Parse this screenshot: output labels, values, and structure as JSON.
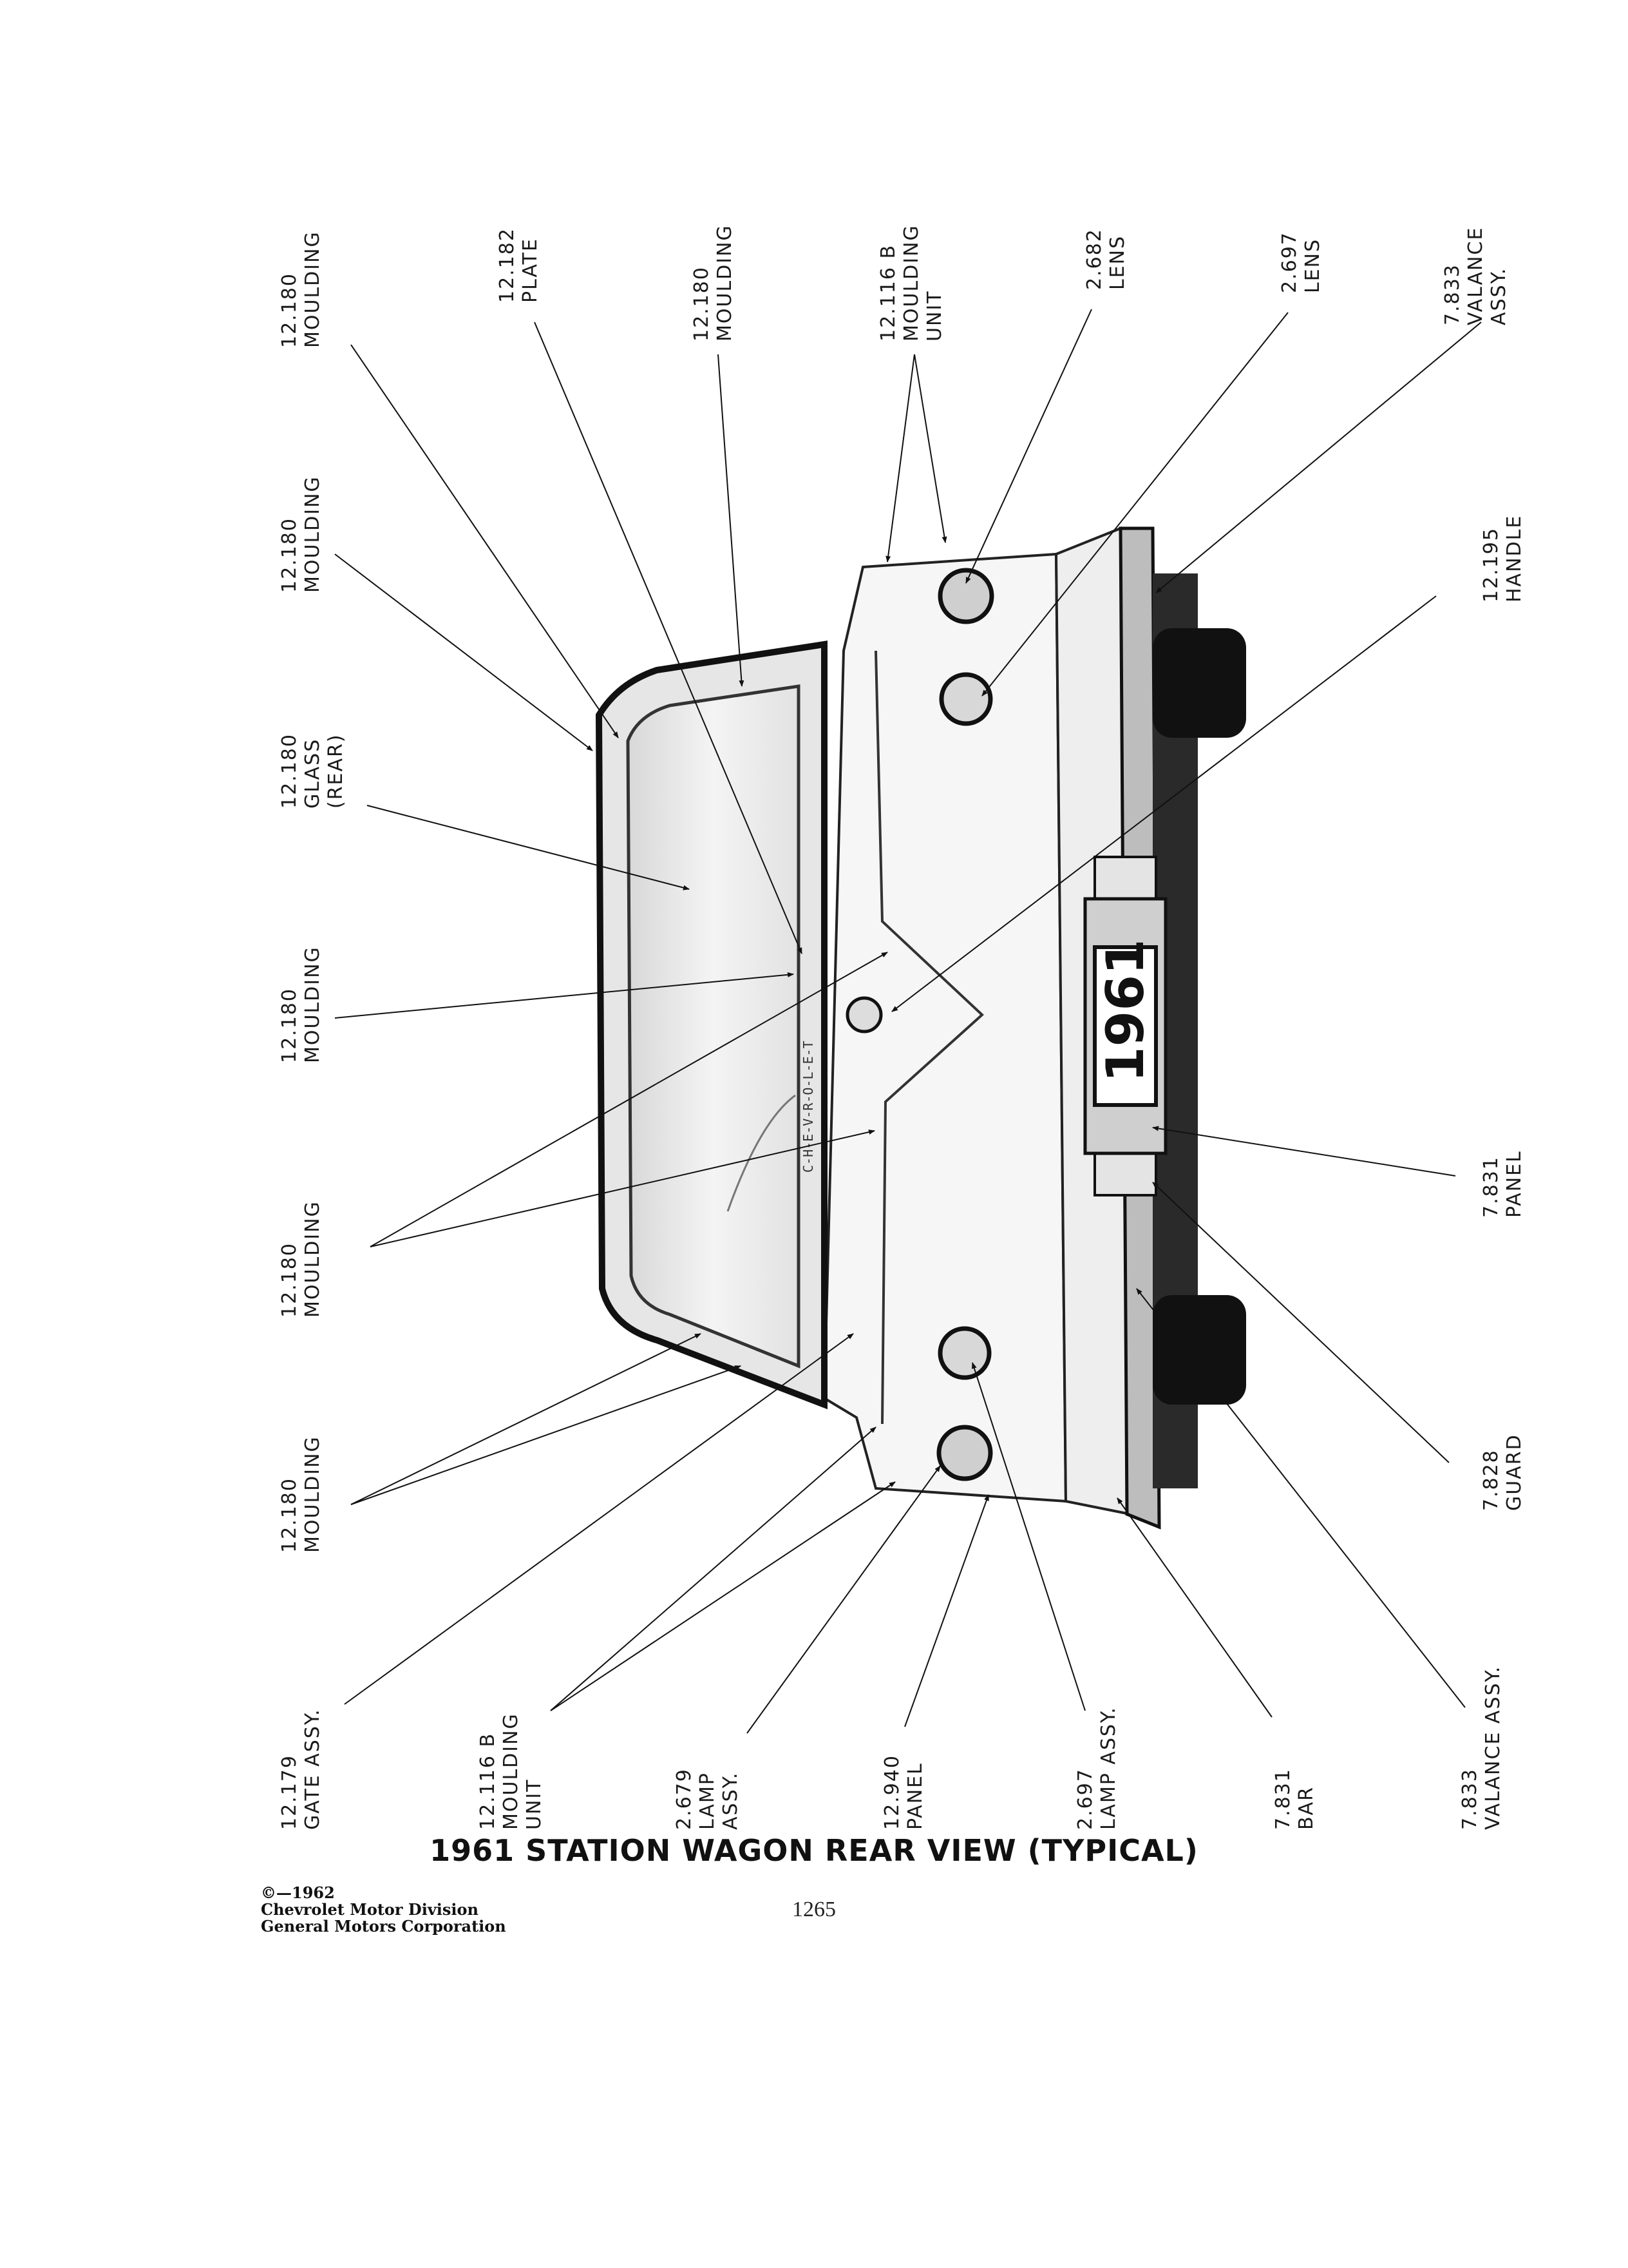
{
  "diagram": {
    "callouts": [
      {
        "id": "top-1",
        "lines": [
          "12.180",
          "MOULDING"
        ]
      },
      {
        "id": "top-2",
        "lines": [
          "12.182",
          "PLATE"
        ]
      },
      {
        "id": "top-3",
        "lines": [
          "12.180",
          "MOULDING"
        ]
      },
      {
        "id": "top-4",
        "lines": [
          "12.116 B",
          "MOULDING",
          "UNIT"
        ]
      },
      {
        "id": "top-5",
        "lines": [
          "2.682",
          "LENS"
        ]
      },
      {
        "id": "top-6",
        "lines": [
          "2.697",
          "LENS"
        ]
      },
      {
        "id": "top-7",
        "lines": [
          "7.833",
          "VALANCE",
          "ASSY."
        ]
      },
      {
        "id": "left-1",
        "lines": [
          "12.180",
          "MOULDING"
        ]
      },
      {
        "id": "left-2",
        "lines": [
          "12.180",
          "GLASS",
          "(REAR)"
        ]
      },
      {
        "id": "left-3",
        "lines": [
          "12.180",
          "MOULDING"
        ]
      },
      {
        "id": "left-4",
        "lines": [
          "12.180",
          "MOULDING"
        ]
      },
      {
        "id": "left-5",
        "lines": [
          "12.180",
          "MOULDING"
        ]
      },
      {
        "id": "right-1",
        "lines": [
          "12.195",
          "HANDLE"
        ]
      },
      {
        "id": "right-2",
        "lines": [
          "7.831",
          "PANEL"
        ]
      },
      {
        "id": "right-3",
        "lines": [
          "7.828",
          "GUARD"
        ]
      },
      {
        "id": "bottom-1",
        "lines": [
          "12.179",
          "GATE ASSY."
        ]
      },
      {
        "id": "bottom-2",
        "lines": [
          "12.116 B",
          "MOULDING",
          "UNIT"
        ]
      },
      {
        "id": "bottom-3",
        "lines": [
          "2.679",
          "LAMP",
          "ASSY."
        ]
      },
      {
        "id": "bottom-4",
        "lines": [
          "12.940",
          "PANEL"
        ]
      },
      {
        "id": "bottom-5",
        "lines": [
          "2.697",
          "LAMP ASSY."
        ]
      },
      {
        "id": "bottom-6",
        "lines": [
          "7.831",
          "BAR"
        ]
      },
      {
        "id": "bottom-7",
        "lines": [
          "7.833",
          "VALANCE ASSY."
        ]
      }
    ],
    "plate_text": "1961",
    "emblem_text": "C-H-E-V-R-O-L-E-T"
  },
  "title": "1961 STATION WAGON REAR VIEW (TYPICAL)",
  "copyright": [
    "©—1962",
    "Chevrolet Motor Division",
    "General Motors Corporation"
  ],
  "page_number": "1265"
}
